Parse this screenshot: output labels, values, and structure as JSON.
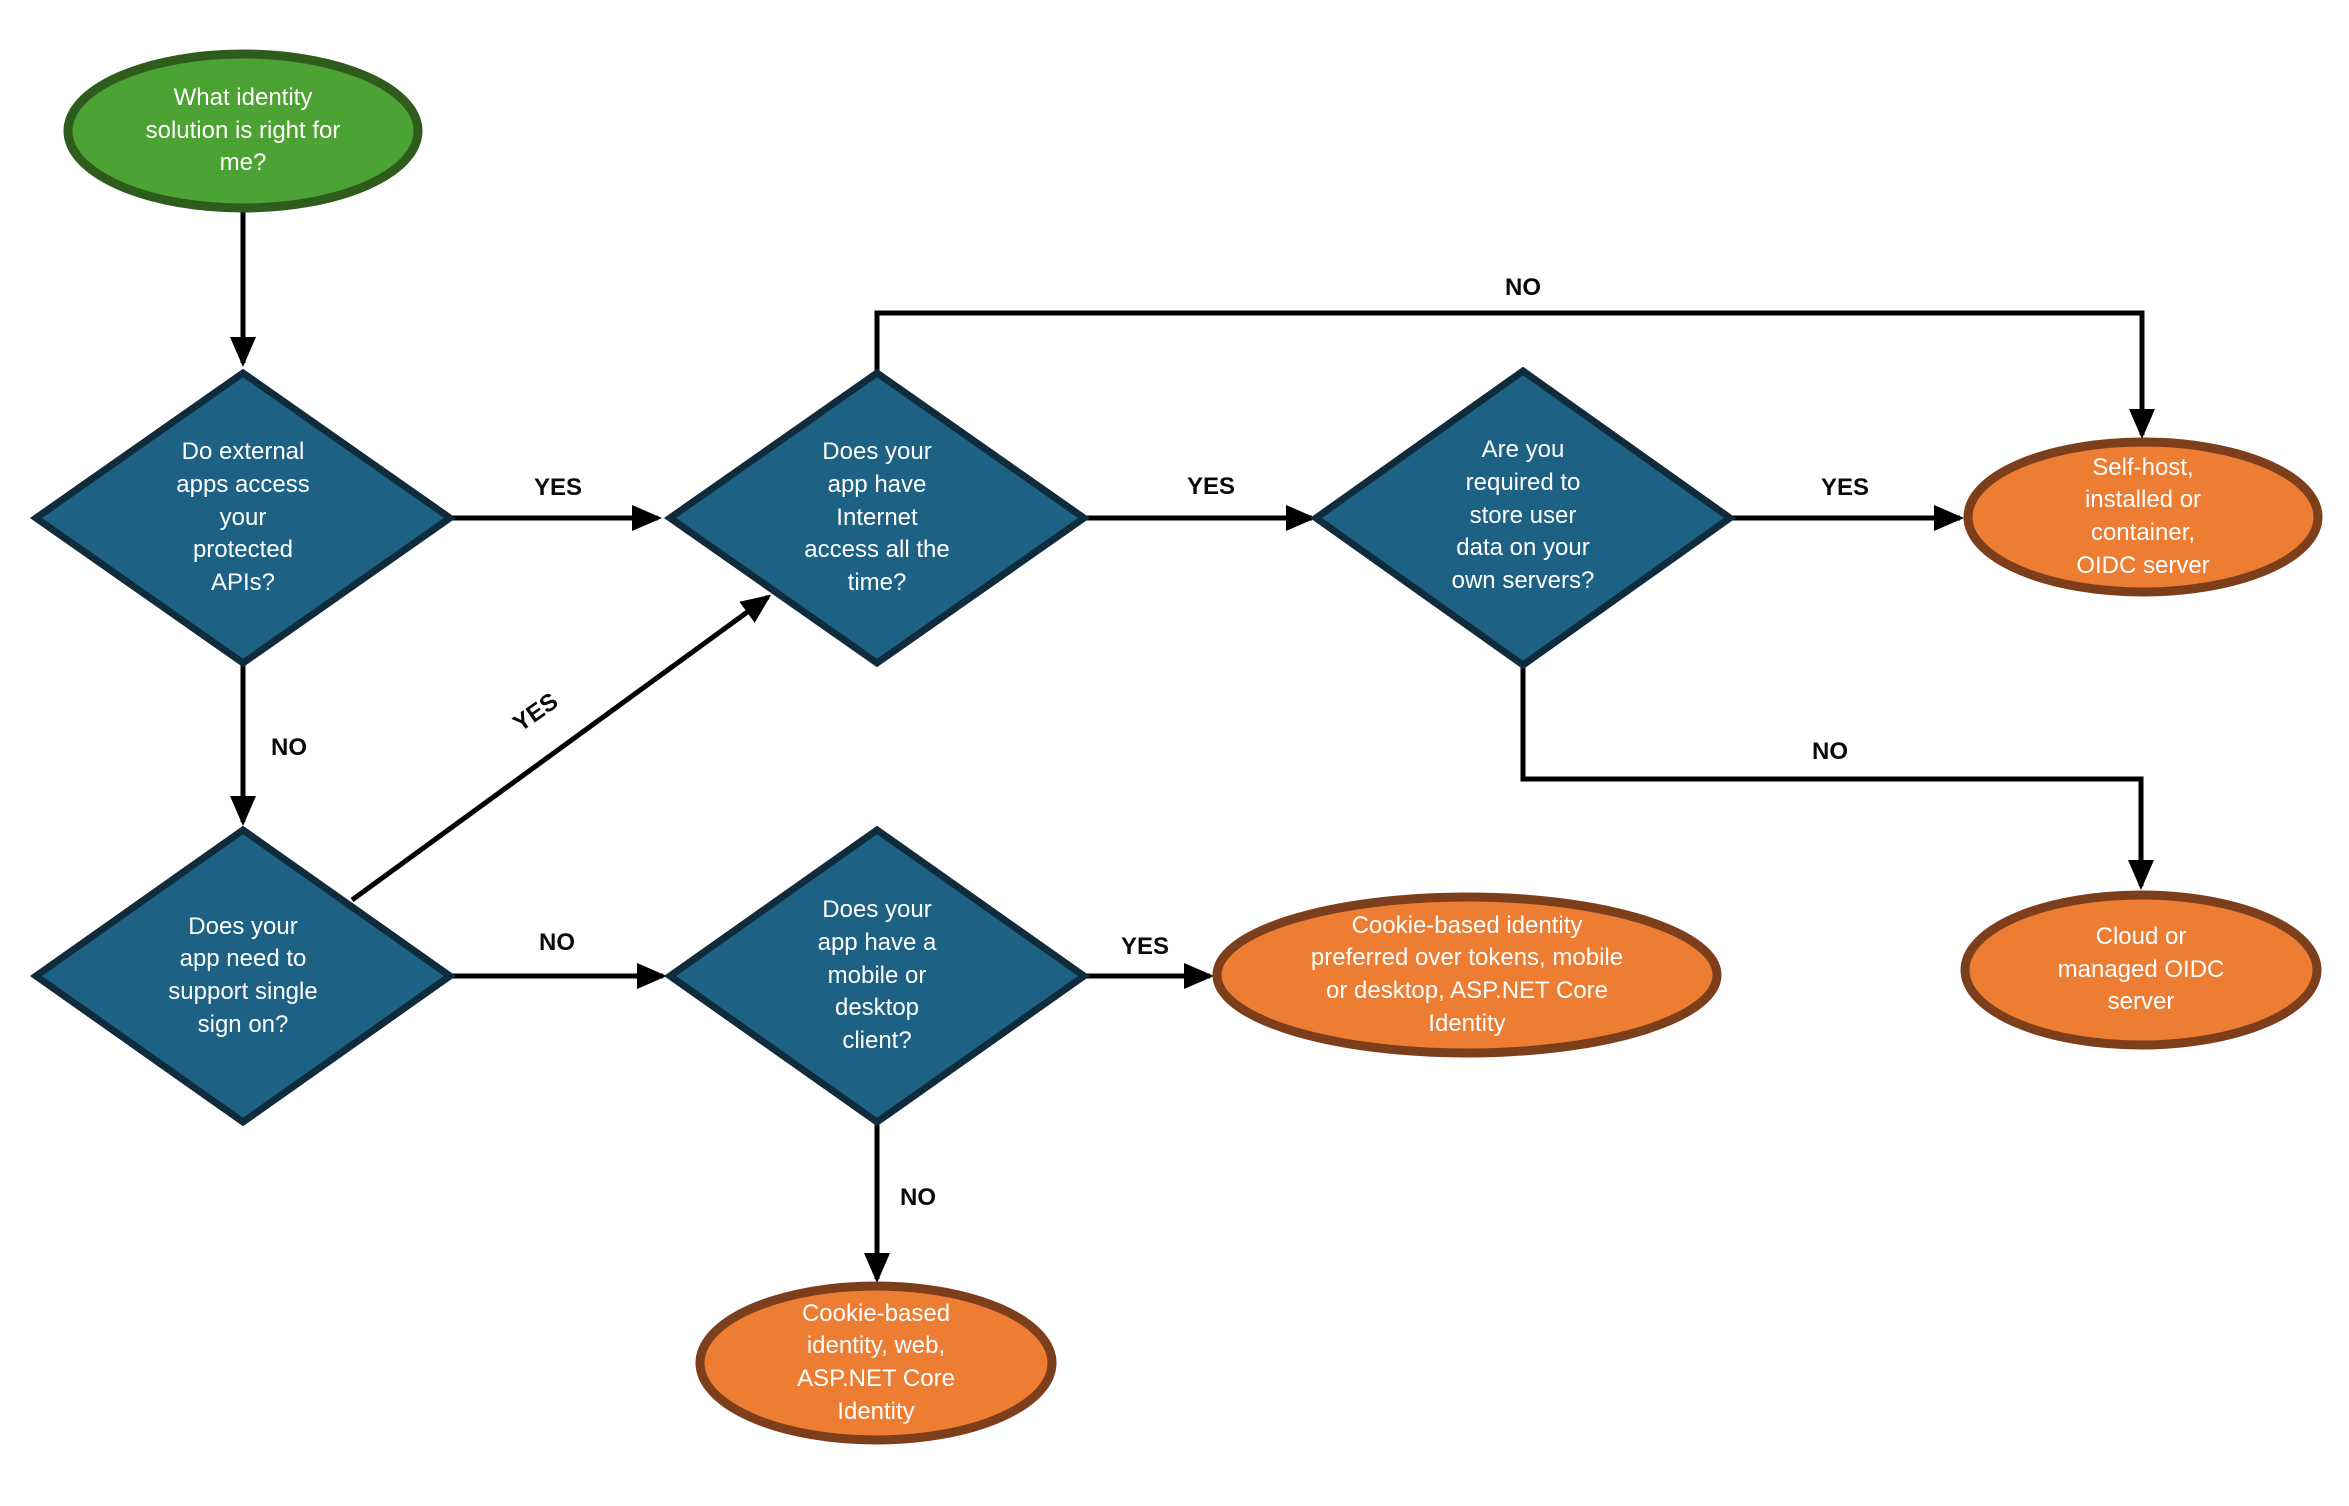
{
  "nodes": {
    "start": {
      "type": "start-ellipse",
      "label": "What identity solution is right for me?"
    },
    "q_protected_apis": {
      "type": "decision",
      "label": "Do external apps access your protected APIs?"
    },
    "q_internet_access": {
      "type": "decision",
      "label": "Does your app have Internet access all the time?"
    },
    "q_store_user_data": {
      "type": "decision",
      "label": "Are you required to store user data on your own servers?"
    },
    "q_single_sign_on": {
      "type": "decision",
      "label": "Does your app need to support single sign on?"
    },
    "q_mobile_desktop": {
      "type": "decision",
      "label": "Does your app have a mobile or desktop client?"
    },
    "self_host_oidc": {
      "type": "result-ellipse",
      "label": "Self-host, installed or container, OIDC server"
    },
    "cloud_oidc": {
      "type": "result-ellipse",
      "label": "Cloud or managed OIDC server"
    },
    "cookie_identity_mobile": {
      "type": "result-ellipse",
      "label": "Cookie-based identity preferred over tokens, mobile or desktop, ASP.NET Core Identity"
    },
    "cookie_identity_web": {
      "type": "result-ellipse",
      "label": "Cookie-based identity, web, ASP.NET Core Identity"
    }
  },
  "edges": [
    {
      "from": "start",
      "to": "q_protected_apis",
      "label": ""
    },
    {
      "from": "q_protected_apis",
      "to": "q_internet_access",
      "label": "YES"
    },
    {
      "from": "q_protected_apis",
      "to": "q_single_sign_on",
      "label": "NO"
    },
    {
      "from": "q_single_sign_on",
      "to": "q_internet_access",
      "label": "YES"
    },
    {
      "from": "q_internet_access",
      "to": "q_store_user_data",
      "label": "YES"
    },
    {
      "from": "q_internet_access",
      "to": "self_host_oidc",
      "label": "NO"
    },
    {
      "from": "q_store_user_data",
      "to": "self_host_oidc",
      "label": "YES"
    },
    {
      "from": "q_store_user_data",
      "to": "cloud_oidc",
      "label": "NO"
    },
    {
      "from": "q_single_sign_on",
      "to": "q_mobile_desktop",
      "label": "NO"
    },
    {
      "from": "q_mobile_desktop",
      "to": "cookie_identity_mobile",
      "label": "YES"
    },
    {
      "from": "q_mobile_desktop",
      "to": "cookie_identity_web",
      "label": "NO"
    }
  ],
  "colors": {
    "background": "#FFFFFF",
    "line": "#000000",
    "label_text": "#0A0A0A",
    "node_text": "#FFFFFF",
    "diamond_fill": "#1D6285",
    "diamond_border": "#102B3C",
    "start_fill": "#4CA232",
    "start_border": "#2E5C1D",
    "result_fill": "#EC7D33",
    "result_border": "#7D3E1B"
  }
}
